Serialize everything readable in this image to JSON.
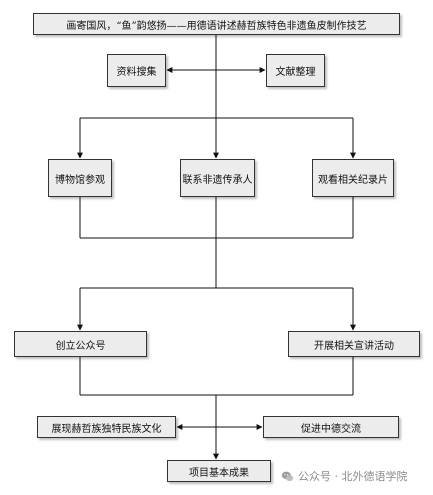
{
  "nodes": {
    "title": "画寄国风，“鱼”韵悠扬——用德语讲述赫哲族特色非遗鱼皮制作技艺",
    "data_collection": "资料搜集",
    "literature_review": "文献整理",
    "museum_visit": "博物馆参观",
    "contact_inheritors": "联系非遗传承人",
    "watch_documentaries": "观看相关纪录片",
    "create_account": "创立公众号",
    "promotion_activities": "开展相关宣讲活动",
    "show_culture": "展现赫哲族独特民族文化",
    "promote_exchange": "促进中德交流",
    "results": "项目基本成果"
  },
  "watermark": {
    "text": "公众号 · 北外德语学院",
    "icon": "wechat-icon"
  }
}
